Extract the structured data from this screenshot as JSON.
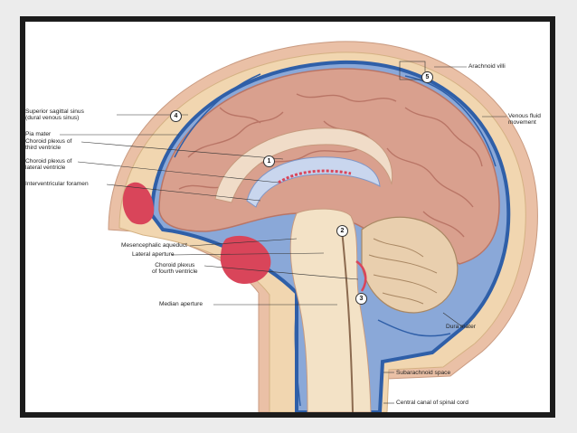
{
  "colors": {
    "frame": "#1c1c1c",
    "background": "#ececec",
    "brain": "#d9a08e",
    "brain_dark": "#b97566",
    "csf_blue": "#2f5fa8",
    "bone": "#f1d6b0",
    "skin": "#eac0a6",
    "red_sinus": "#d9455a"
  },
  "labels": {
    "arachnoid_villi": "Arachnoid villi",
    "venous_fluid_movement": "Venous fluid\nmovement",
    "superior_sagittal_sinus": "Superior sagittal sinus\n(dural venous sinus)",
    "pia_mater": "Pia mater",
    "choroid_plexus_third": "Choroid plexus of\nthird ventricle",
    "choroid_plexus_lateral": "Choroid plexus of\nlateral ventricle",
    "interventricular_foramen": "Interventricular foramen",
    "mesencephalic_aqueduct": "Mesencephalic aqueduct",
    "lateral_aperture": "Lateral aperture",
    "choroid_plexus_fourth": "Choroid plexus\nof fourth ventricle",
    "median_aperture": "Median aperture",
    "dura_mater": "Dura mater",
    "subarachnoid_space": "Subarachnoid space",
    "central_canal": "Central canal of spinal cord"
  },
  "markers": [
    "1",
    "2",
    "3",
    "4",
    "5"
  ]
}
